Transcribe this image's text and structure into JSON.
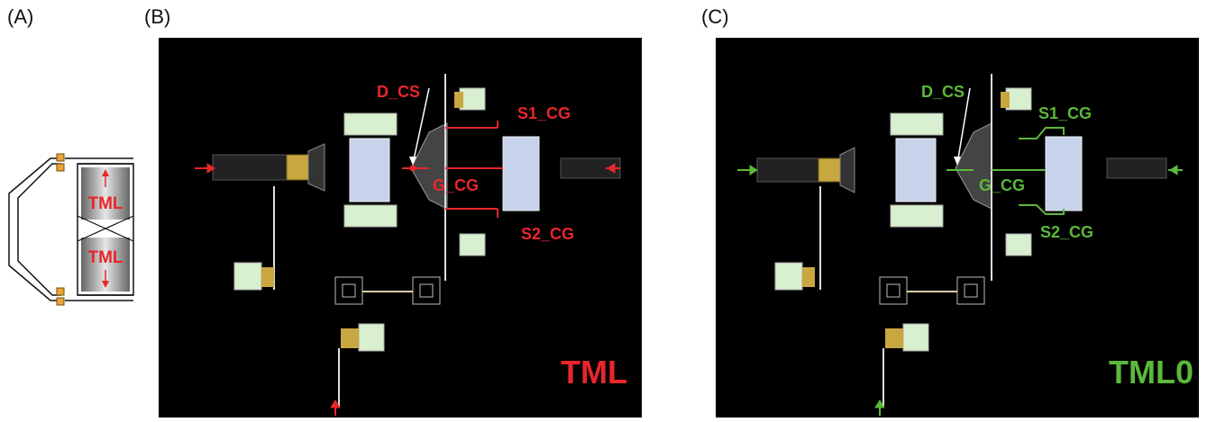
{
  "panels": {
    "a": {
      "label": "(A)",
      "tml_top": "TML",
      "tml_bottom": "TML"
    },
    "b": {
      "label": "(B)",
      "title": "TML",
      "ports": [
        "D_CS",
        "S1_CG",
        "G_CG",
        "S2_CG"
      ],
      "accent": "#e8262b"
    },
    "c": {
      "label": "(C)",
      "title": "TML0",
      "ports": [
        "D_CS",
        "S1_CG",
        "G_CG",
        "S2_CG"
      ],
      "accent": "#5cb83a"
    }
  }
}
